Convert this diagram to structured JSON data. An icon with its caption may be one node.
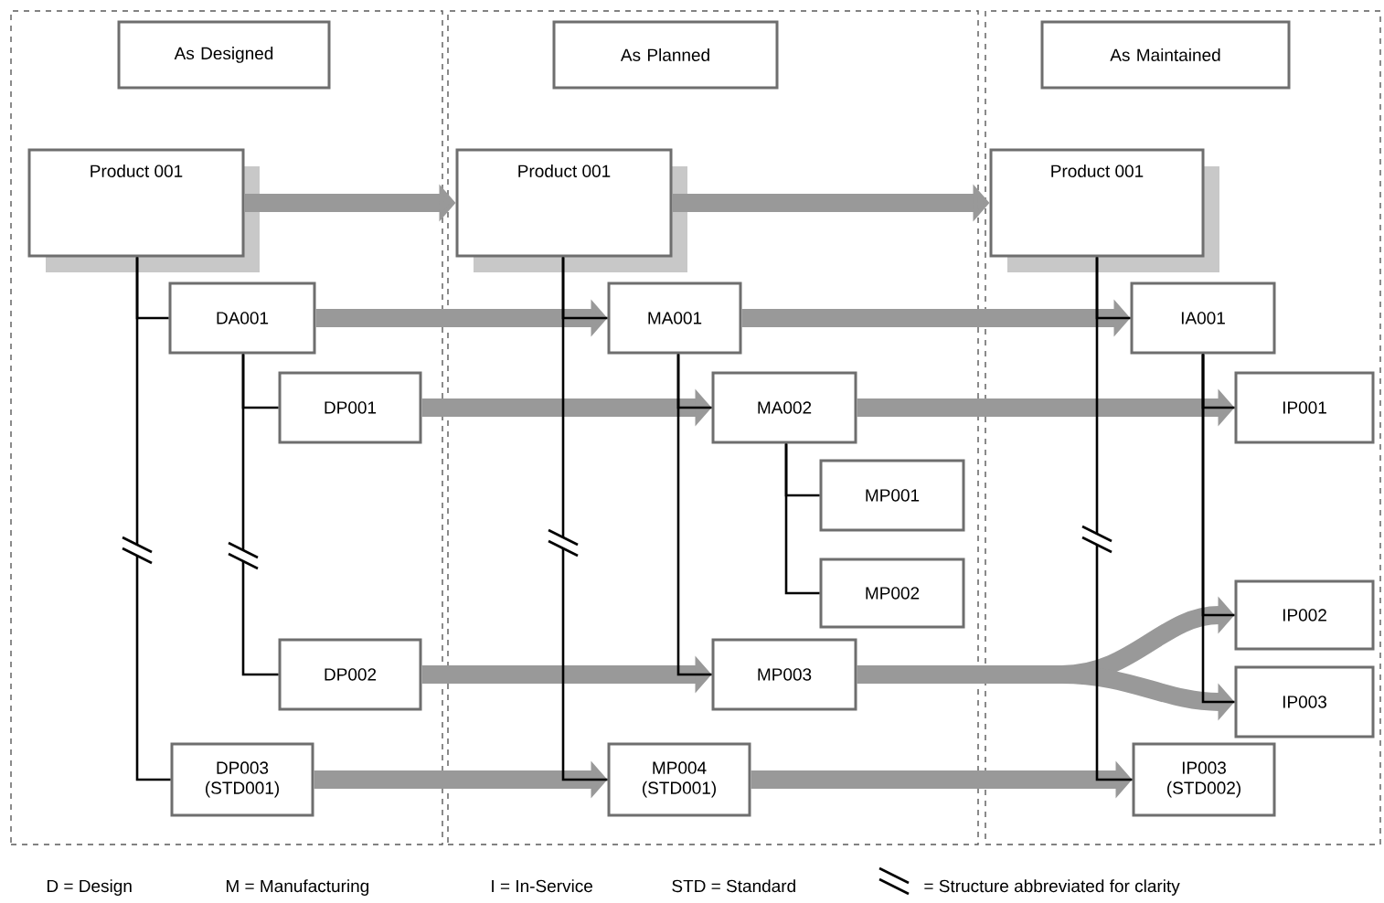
{
  "diagram": {
    "nodes": [
      {
        "text": [],
        "shape": "box"
      },
      {
        "text": [],
        "shape": "box"
      },
      {
        "text": [],
        "shape": "box"
      },
      {
        "text": [
          "As Designed"
        ],
        "in": 0
      },
      {
        "text": [
          "Product 001"
        ],
        "in": 0
      },
      {
        "text": [
          "DA001"
        ],
        "in": 0
      },
      {
        "text": [
          "DP001"
        ],
        "in": 0
      },
      {
        "text": [
          "DP002"
        ],
        "in": 0
      },
      {
        "text": [
          "DP003 (STD001)"
        ],
        "in": 0
      },
      {
        "text": [
          "As Planned"
        ],
        "in": 1
      },
      {
        "text": [
          "Product 001"
        ],
        "in": 1
      },
      {
        "text": [
          "MA001"
        ],
        "in": 1
      },
      {
        "text": [
          "MA002"
        ],
        "in": 1
      },
      {
        "text": [
          "MP001"
        ],
        "in": 1
      },
      {
        "text": [
          "MP002"
        ],
        "in": 1
      },
      {
        "text": [
          "MP003"
        ],
        "in": 1
      },
      {
        "text": [
          "MP004 (STD001)"
        ],
        "in": 1
      },
      {
        "text": [
          "As Maintained"
        ],
        "in": 2
      },
      {
        "text": [
          "Product 001"
        ],
        "in": 2
      },
      {
        "text": [
          "IA001"
        ],
        "in": 2
      },
      {
        "text": [
          "IP001"
        ],
        "in": 2
      },
      {
        "text": [
          "IP002"
        ],
        "in": 2
      },
      {
        "text": [
          "IP003"
        ],
        "in": 2
      },
      {
        "text": [
          "IP003 (STD002)"
        ],
        "in": 2
      }
    ],
    "edges": [
      {
        "from": 4,
        "to": 10,
        "arrow": "to",
        "style": "thick",
        "color": "#999999"
      },
      {
        "from": 10,
        "to": 18,
        "arrow": "to",
        "style": "thick",
        "color": "#999999"
      },
      {
        "from": 5,
        "to": 11,
        "arrow": "to",
        "style": "thick",
        "color": "#999999"
      },
      {
        "from": 11,
        "to": 19,
        "arrow": "to",
        "style": "thick",
        "color": "#999999"
      },
      {
        "from": 6,
        "to": 12,
        "arrow": "to",
        "style": "thick",
        "color": "#999999"
      },
      {
        "from": 12,
        "to": 20,
        "arrow": "to",
        "style": "thick",
        "color": "#999999"
      },
      {
        "from": 7,
        "to": 15,
        "arrow": "to",
        "style": "thick",
        "color": "#999999"
      },
      {
        "from": 15,
        "to": 21,
        "arrow": "to",
        "style": "thick",
        "color": "#999999"
      },
      {
        "from": 15,
        "to": 22,
        "arrow": "to",
        "style": "thick",
        "color": "#999999"
      },
      {
        "from": 8,
        "to": 16,
        "arrow": "to",
        "style": "thick",
        "color": "#999999"
      },
      {
        "from": 16,
        "to": 23,
        "arrow": "to",
        "style": "thick",
        "color": "#999999"
      },
      {
        "from": 4,
        "to": 5,
        "arrow": "none"
      },
      {
        "from": 4,
        "to": 8,
        "arrow": "none"
      },
      {
        "from": 5,
        "to": 6,
        "arrow": "none"
      },
      {
        "from": 5,
        "to": 7,
        "arrow": "none"
      },
      {
        "from": 10,
        "to": 11,
        "arrow": "none"
      },
      {
        "from": 10,
        "to": 16,
        "arrow": "none"
      },
      {
        "from": 11,
        "to": 12,
        "arrow": "none"
      },
      {
        "from": 11,
        "to": 15,
        "arrow": "none"
      },
      {
        "from": 12,
        "to": 13,
        "arrow": "none"
      },
      {
        "from": 12,
        "to": 14,
        "arrow": "none"
      },
      {
        "from": 18,
        "to": 19,
        "arrow": "none"
      },
      {
        "from": 18,
        "to": 23,
        "arrow": "none"
      },
      {
        "from": 19,
        "to": 20,
        "arrow": "none"
      },
      {
        "from": 19,
        "to": 21,
        "arrow": "none"
      },
      {
        "from": 19,
        "to": 22,
        "arrow": "none"
      }
    ],
    "legend": [
      {
        "text": "D = Design"
      },
      {
        "text": "M = Manufacturing"
      },
      {
        "text": "I = In-Service"
      },
      {
        "text": "STD = Standard"
      },
      {
        "text": "= Structure abbreviated for clarity"
      }
    ]
  }
}
